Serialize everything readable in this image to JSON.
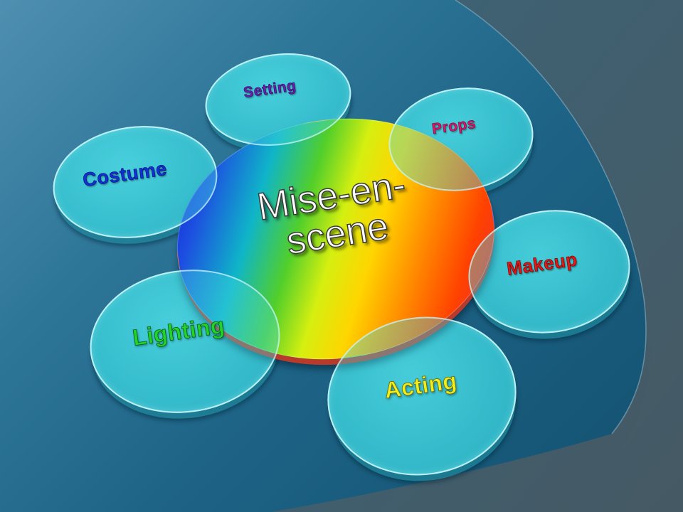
{
  "title": {
    "line1": "Mise-en-",
    "line2": "scene"
  },
  "elements": [
    {
      "key": "setting",
      "label": "Setting",
      "color": "#6a1fb0"
    },
    {
      "key": "props",
      "label": "Props",
      "color": "#e0156e"
    },
    {
      "key": "costume",
      "label": "Costume",
      "color": "#1230d8"
    },
    {
      "key": "makeup",
      "label": "Makeup",
      "color": "#e01818"
    },
    {
      "key": "lighting",
      "label": "Lighting",
      "color": "#22d42a"
    },
    {
      "key": "acting",
      "label": "Acting",
      "color": "#f2ee1c"
    }
  ],
  "labels": {
    "setting": "Setting",
    "props": "Props",
    "costume": "Costume",
    "makeup": "Makeup",
    "lighting": "Lighting",
    "acting": "Acting"
  },
  "colors": {
    "background": "#1e6487",
    "disc_fill": "#2ebecd",
    "disc_border": "#cdf5fa",
    "hub_gradient": [
      "#0a17d8",
      "#0fb5c8",
      "#d5ef10",
      "#ffd500",
      "#ff8a00",
      "#e8204a"
    ]
  }
}
